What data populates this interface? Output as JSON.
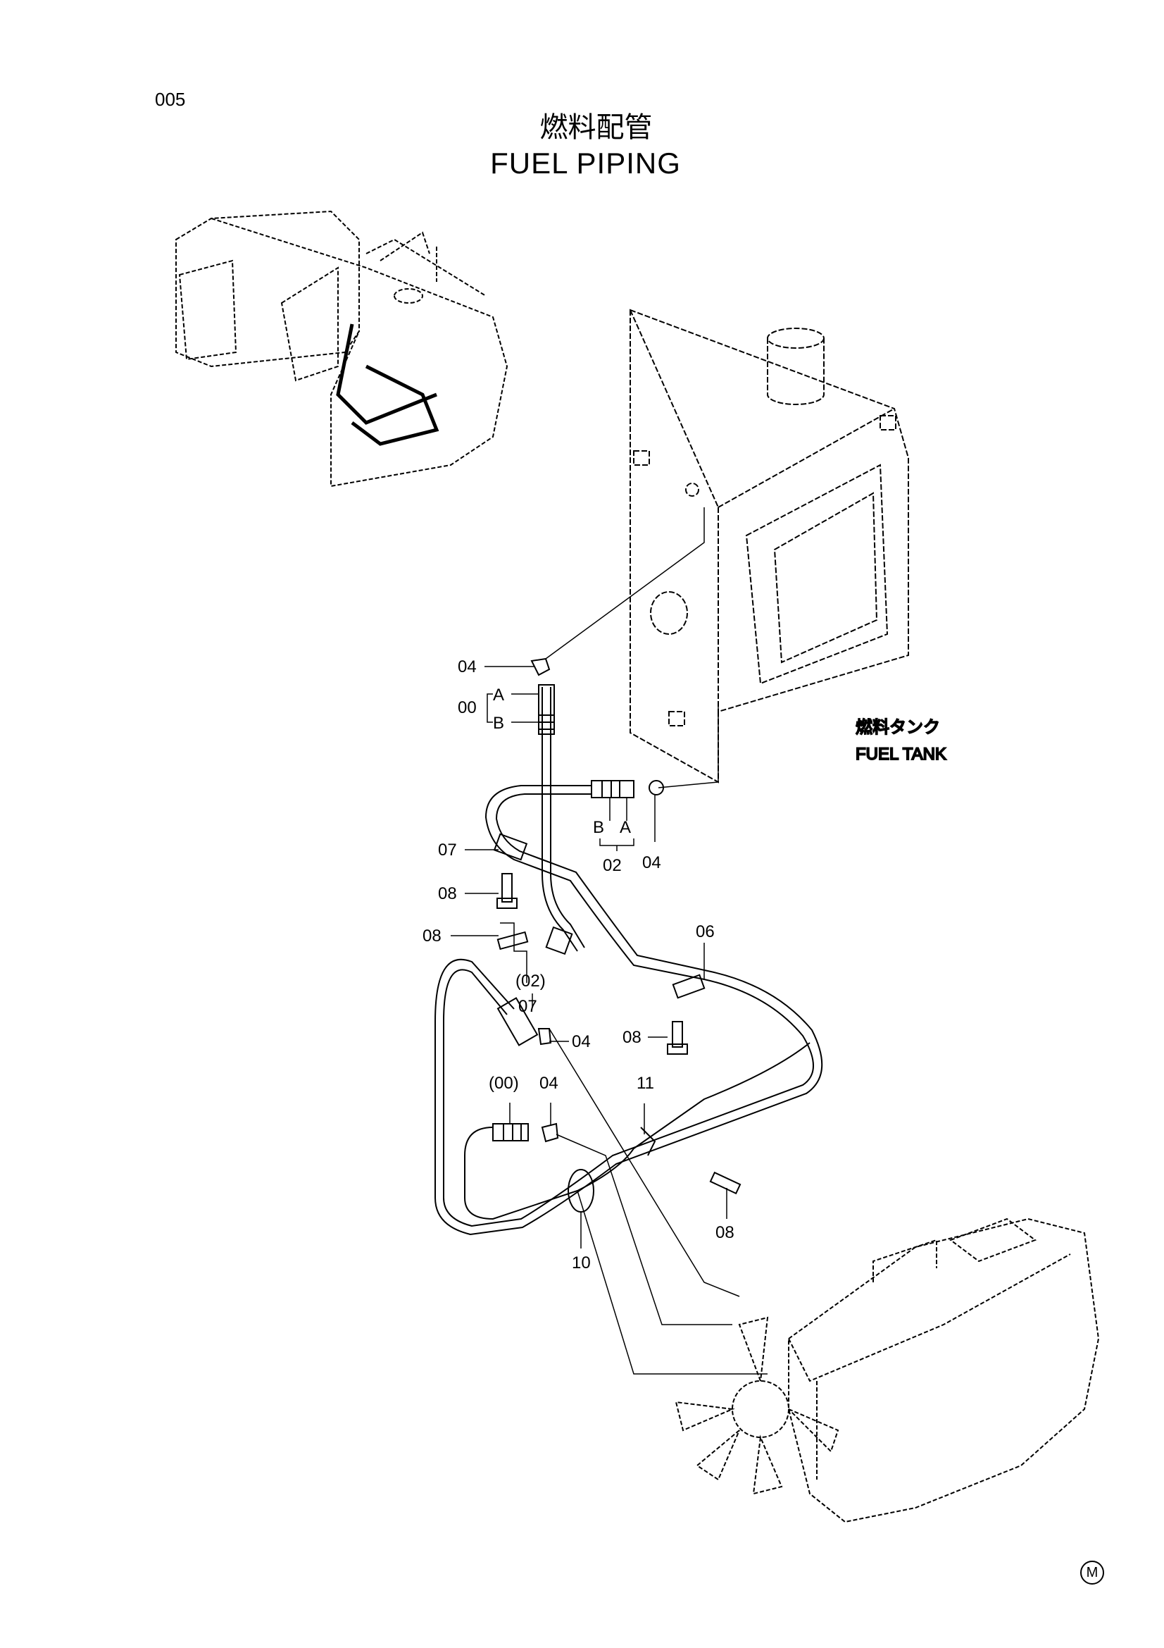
{
  "page_number": "005",
  "title_jp": "燃料配管",
  "title_en": "FUEL PIPING",
  "fuel_tank_label_jp": "燃料タンク",
  "fuel_tank_label_en": "FUEL TANK",
  "callouts": {
    "c04a": "04",
    "c00": "00",
    "cA1": "A",
    "cB1": "B",
    "cB2": "B",
    "cA2": "A",
    "c02": "02",
    "c04b": "04",
    "c07a": "07",
    "c08a": "08",
    "c08b": "08",
    "c06": "06",
    "c02p": "(02)",
    "c07b": "07",
    "c04c": "04",
    "c08c": "08",
    "c00p": "(00)",
    "c04d": "04",
    "c11": "11",
    "c08d": "08",
    "c10": "10"
  },
  "corner_mark": "M"
}
